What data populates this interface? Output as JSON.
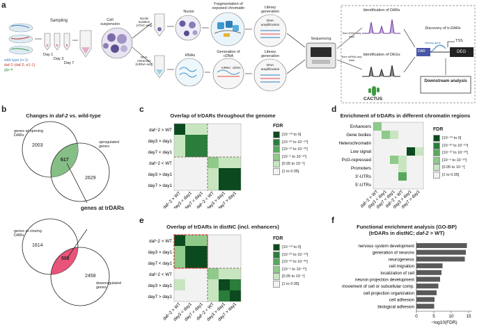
{
  "panel_a": {
    "label": "a",
    "sampling": "Sampling",
    "legend": [
      "wild type (n-1)",
      "daf-2 (daf-2; e1-1)",
      "glp-4"
    ],
    "days": [
      "Day 1",
      "Day 3",
      "Day 7"
    ],
    "cell_suspension": "Cell suspension",
    "nuclei": "Nuclei",
    "nuclei_isolation": "Nuclei isolation (ATAC-seq)",
    "rna_isolation": "RNA extraction (mRNA-seq)",
    "fragmentation": "Fragmentation of exposed chromatin",
    "library1": "Library generation",
    "dna_amp1": "DNA amplification",
    "rnas": "RNAs",
    "gen_cdna": "Generation of cDNA",
    "mrna": "mRNA",
    "cdna": "cDNA",
    "library2": "Library generation",
    "dna_amp2": "DNA amplification",
    "sequencing": "Sequencing",
    "id_dars": "Identification of DARs",
    "id_degs": "Identification of DEGs",
    "from_atac": "from ATAC-seq data",
    "from_mrna": "from mRNA-seq data",
    "discovery": "Discovery of tr-DARs",
    "dar": "DAR",
    "deg": "DEG",
    "tss": "TSS",
    "nearby": "Nearby gene",
    "downstream": "Downstream analysis",
    "cactus": "CACTUS"
  },
  "panel_b": {
    "label": "b",
    "title_pre": "Changes in ",
    "title_gene": "daf-2",
    "title_post": " vs. wild-type",
    "top": {
      "left_label": "genes at opening DARs",
      "right_label": "upregulated genes",
      "left": "2003",
      "overlap": "617",
      "right": "2629"
    },
    "bottom": {
      "left_label": "genes at closing DARs",
      "right_label": "downregulated genes",
      "left": "1614",
      "overlap": "502",
      "right": "2458"
    },
    "callout": "genes at trDARs",
    "colors": {
      "top_overlap": "#86bf86",
      "bottom_overlap": "#e8547a"
    }
  },
  "legend": {
    "title": "FDR",
    "bins": [
      "[10⁻⁵⁰ to 0]",
      "[10⁻²⁰ to 10⁻⁵⁰]",
      "[10⁻¹⁰ to 10⁻²⁰]",
      "[10⁻⁵ to 10⁻¹⁰]",
      "[0.05 to 10⁻⁵]",
      "[1 to 0.05]"
    ],
    "colors": [
      "#0b4a1e",
      "#2a7d3a",
      "#58a85c",
      "#8fca8a",
      "#c7e6c0",
      "#f2f2f2"
    ]
  },
  "panel_c": {
    "label": "c",
    "title": "Overlap of trDARs throughout the genome",
    "rows": [
      "daf−2 > WT",
      "day3 > day1",
      "day7 < day1",
      "daf−2 < WT",
      "day3 > day1",
      "day7 > day1"
    ],
    "cols": [
      "daf−2 > WT",
      "day3 < day1",
      "day7 < day1",
      "daf−2 < WT",
      "day3 > day1",
      "day7 > day1"
    ],
    "matrix": [
      [
        0,
        4,
        4,
        5,
        5,
        5
      ],
      [
        4,
        1,
        1,
        5,
        5,
        5
      ],
      [
        4,
        1,
        1,
        5,
        5,
        5
      ],
      [
        5,
        5,
        5,
        3,
        4,
        4
      ],
      [
        5,
        5,
        5,
        4,
        0,
        0
      ],
      [
        5,
        5,
        5,
        4,
        0,
        0
      ]
    ]
  },
  "panel_d": {
    "label": "d",
    "title": "Enrichment of trDARs in different chromatin regions",
    "rows": [
      "Enhancers",
      "Gene bodies",
      "Heterochromatin",
      "Low signal",
      "PcG-repressed",
      "Promoters",
      "3′-UTRs",
      "5′-UTRs"
    ],
    "cols": [
      "daf−2 > WT",
      "day3 < day1",
      "day7 < day1",
      "daf−2 < WT",
      "day3 > day1",
      "day7 > day1"
    ],
    "matrix": [
      [
        3,
        5,
        5,
        5,
        5,
        5
      ],
      [
        5,
        3,
        4,
        5,
        5,
        5
      ],
      [
        5,
        5,
        5,
        5,
        5,
        5
      ],
      [
        5,
        5,
        5,
        5,
        0,
        4
      ],
      [
        5,
        5,
        3,
        4,
        5,
        5
      ],
      [
        5,
        5,
        5,
        4,
        5,
        5
      ],
      [
        5,
        5,
        5,
        2,
        5,
        5
      ],
      [
        5,
        5,
        5,
        5,
        5,
        5
      ]
    ]
  },
  "panel_e": {
    "label": "e",
    "title": "Overlap of trDARs in distNC (incl. enhancers)",
    "rows": [
      "daf−2 > WT",
      "day3 > day1",
      "day7 < day1",
      "daf−2 < WT",
      "day3 > day1",
      "day7 > day1"
    ],
    "cols": [
      "daf−2 > WT",
      "day3 < day1",
      "day7 < day1",
      "daf−2 < WT",
      "day3 > day1",
      "day7 > day1"
    ],
    "matrix": [
      [
        0,
        3,
        3,
        5,
        5,
        5
      ],
      [
        3,
        0,
        0,
        5,
        5,
        5
      ],
      [
        3,
        0,
        0,
        5,
        5,
        5
      ],
      [
        5,
        5,
        5,
        3,
        4,
        4
      ],
      [
        4,
        5,
        5,
        4,
        0,
        1
      ],
      [
        5,
        5,
        5,
        4,
        1,
        0
      ]
    ]
  },
  "panel_f": {
    "label": "f",
    "title_line1": "Functional enrichment analysis (GO-BP)",
    "title_line2_pre": "(trDARs in distNC; ",
    "title_line2_em": "daf-2",
    "title_line2_post": " > WT)",
    "xlabel": "−log10(FDR)",
    "chart_data": {
      "type": "bar",
      "categories": [
        "nervous system development",
        "generation of neurons",
        "neurogenesis",
        "cell migration",
        "localization of cell",
        "neuron projection development",
        "movement of cell or subcellular comp.",
        "cell projection organization",
        "cell adhesion",
        "biological adhesion"
      ],
      "values": [
        14.5,
        14.2,
        13.9,
        7.5,
        7.2,
        6.8,
        6.3,
        5.8,
        5.2,
        5.1
      ],
      "xlim": [
        0,
        16
      ],
      "xticks": [
        "0",
        "5",
        "10",
        "15"
      ],
      "bar_color": "#5a5a5a"
    }
  }
}
